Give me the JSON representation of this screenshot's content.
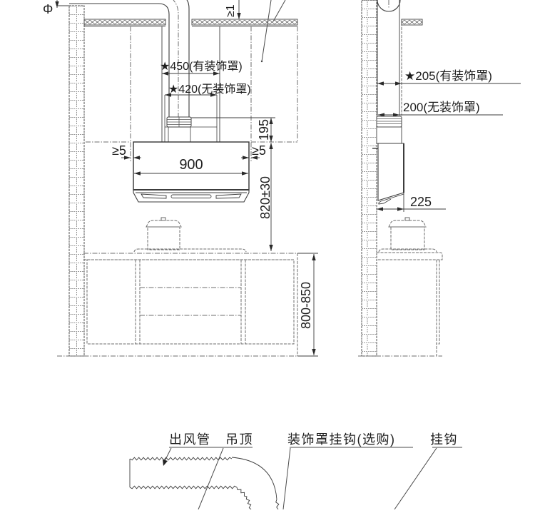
{
  "diagram": {
    "front_view": {
      "duct_diameter_symbol": "Φ",
      "ceiling_clearance_label": "≥1",
      "cover_width_with_cover": "★450(有装饰罩)",
      "cover_width_without_cover": "★420(无装饰罩)",
      "collar_height": "195",
      "left_clearance": "≥5",
      "right_clearance": "≥5",
      "hood_width": "900",
      "mount_height": "820±30",
      "counter_height": "800-850"
    },
    "side_view": {
      "depth_with_cover": "★205(有装饰罩)",
      "depth_without_cover": "200(无装饰罩)",
      "hood_depth": "225"
    },
    "parts_callouts": {
      "exhaust_duct": "出风管",
      "suspended_ceiling": "吊顶",
      "cover_hook_optional": "装饰罩挂钩(选购)",
      "hook": "挂钩"
    }
  },
  "colors": {
    "line": "#3c3c3c",
    "dash": "#6e6e6e",
    "text": "#1e1e1e",
    "background": "#ffffff"
  }
}
